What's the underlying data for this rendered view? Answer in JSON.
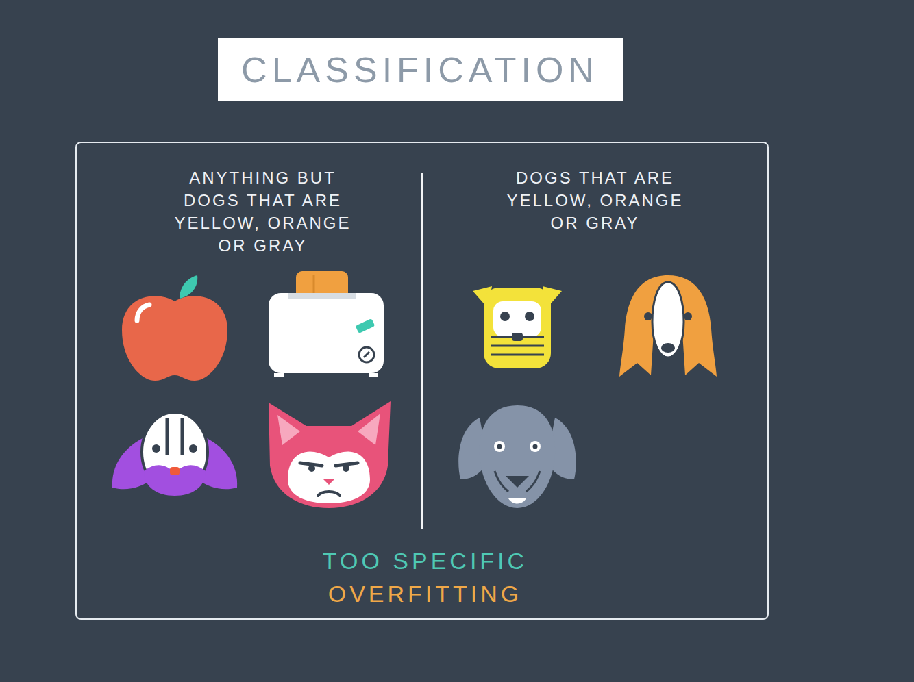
{
  "diagram": {
    "title": "CLASSIFICATION",
    "nodes": [
      {
        "text": [
          "ANYTHING BUT DOGS THAT ARE YELLOW, ORANGE OR GRAY",
          "DOGS THAT ARE YELLOW, ORANGE OR GRAY",
          "TOO SPECIFIC",
          "OVERFITTING"
        ]
      }
    ]
  }
}
